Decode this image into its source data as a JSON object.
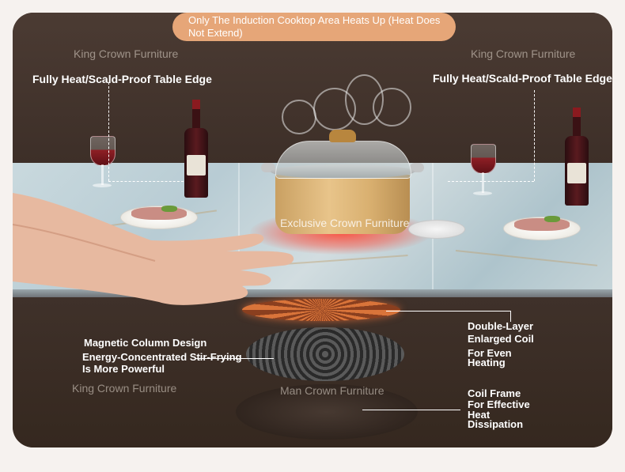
{
  "banner": {
    "text": "Only The Induction Cooktop Area Heats Up (Heat Does Not Extend)"
  },
  "watermarks": {
    "top_left": "King Crown Furniture",
    "top_right": "King Crown Furniture",
    "center": "Exclusive Crown Furniture",
    "bottom_left": "King Crown Furniture",
    "bottom_center": "Man Crown Furniture"
  },
  "labels": {
    "edge_left": "Fully Heat/Scald-Proof Table Edge",
    "edge_right": "Fully Heat/Scald-Proof Table Edge",
    "magnetic_title": "Magnetic Column Design",
    "magnetic_line1": "Energy-Concentrated Stir-Frying",
    "magnetic_line2": "Is More Powerful",
    "coil_line1": "Double-Layer",
    "coil_line2": "Enlarged Coil",
    "coil_line3": "For Even",
    "coil_line4": "Heating",
    "frame_line1": "Coil Frame",
    "frame_line2": "For Effective",
    "frame_line3": "Heat",
    "frame_line4": "Dissipation"
  },
  "colors": {
    "banner": "#e6a678",
    "background": "#3f312a",
    "glow": "#ff3c28"
  }
}
